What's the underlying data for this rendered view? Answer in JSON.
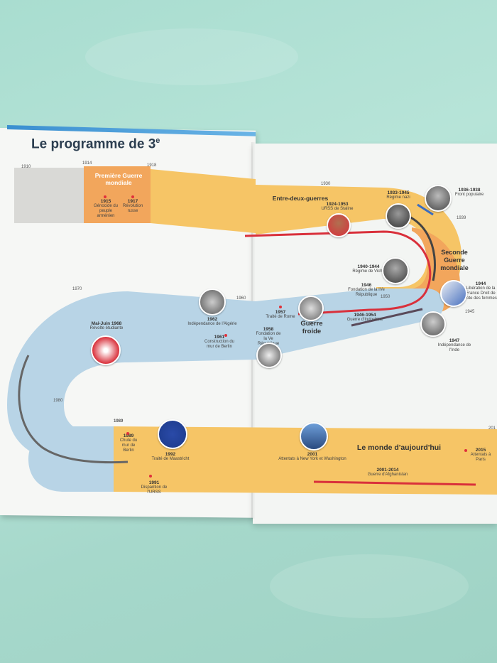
{
  "book": {
    "title": "Le programme de 3",
    "title_sup": "e"
  },
  "eras": {
    "ww1": "Première Guerre mondiale",
    "interwar": "Entre-deux-guerres",
    "ww2": "Seconde Guerre mondiale",
    "cold_war": "Guerre froide",
    "today": "Le monde d'aujourd'hui"
  },
  "years": {
    "y1910": "1910",
    "y1914": "1914",
    "y1918": "1918",
    "y1930": "1930",
    "y1939": "1939",
    "y1945": "1945",
    "y1950": "1950",
    "y1960": "1960",
    "y1970": "1970",
    "y1980": "1980",
    "y1989": "1989",
    "y2010": "201"
  },
  "events": {
    "e1915": {
      "year": "1915",
      "text": "Génocide du peuple arménien"
    },
    "e1917": {
      "year": "1917",
      "text": "Révolution russe"
    },
    "e1924": {
      "year": "1924-1953",
      "text": "URSS de Staline"
    },
    "e1933": {
      "year": "1933-1945",
      "text": "Régime nazi"
    },
    "e1936": {
      "year": "1936-1938",
      "text": "Front populaire"
    },
    "e1940": {
      "year": "1940-1944",
      "text": "Régime de Vichy"
    },
    "e1944": {
      "year": "1944",
      "text": "Libération de la France Droit de vote des femmes"
    },
    "e1946": {
      "year": "1946",
      "text": "Fondation de la IVe République"
    },
    "e1946b": {
      "year": "1946-1954",
      "text": "Guerre d'Indochine"
    },
    "e1947": {
      "year": "1947",
      "text": "Indépendance de l'Inde"
    },
    "e1957": {
      "year": "1957",
      "text": "Traité de Rome"
    },
    "e1958": {
      "year": "1958",
      "text": "Fondation de la Ve République"
    },
    "e1961": {
      "year": "1961",
      "text": "Construction du mur de Berlin"
    },
    "e1962": {
      "year": "1962",
      "text": "Indépendance de l'Algérie"
    },
    "e1968": {
      "year": "Mai-Juin 1968",
      "text": "Révolte étudiante"
    },
    "e1989": {
      "year": "1989",
      "text": "Chute du mur de Berlin"
    },
    "e1991": {
      "year": "1991",
      "text": "Disparition de l'URSS"
    },
    "e1992": {
      "year": "1992",
      "text": "Traité de Maastricht"
    },
    "e2001": {
      "year": "2001",
      "text": "Attentats à New York et Washington"
    },
    "e2001b": {
      "year": "2001-2014",
      "text": "Guerre d'Afghanistan"
    },
    "e2015": {
      "year": "2015",
      "text": "Attentats à Paris"
    }
  },
  "colors": {
    "orange_band": "#f6c566",
    "orange_dark": "#f2a65c",
    "blue_band": "#b8d4e6",
    "red_line": "#d9303b",
    "dark_line": "#555",
    "blue_line": "#3a6cc0"
  }
}
